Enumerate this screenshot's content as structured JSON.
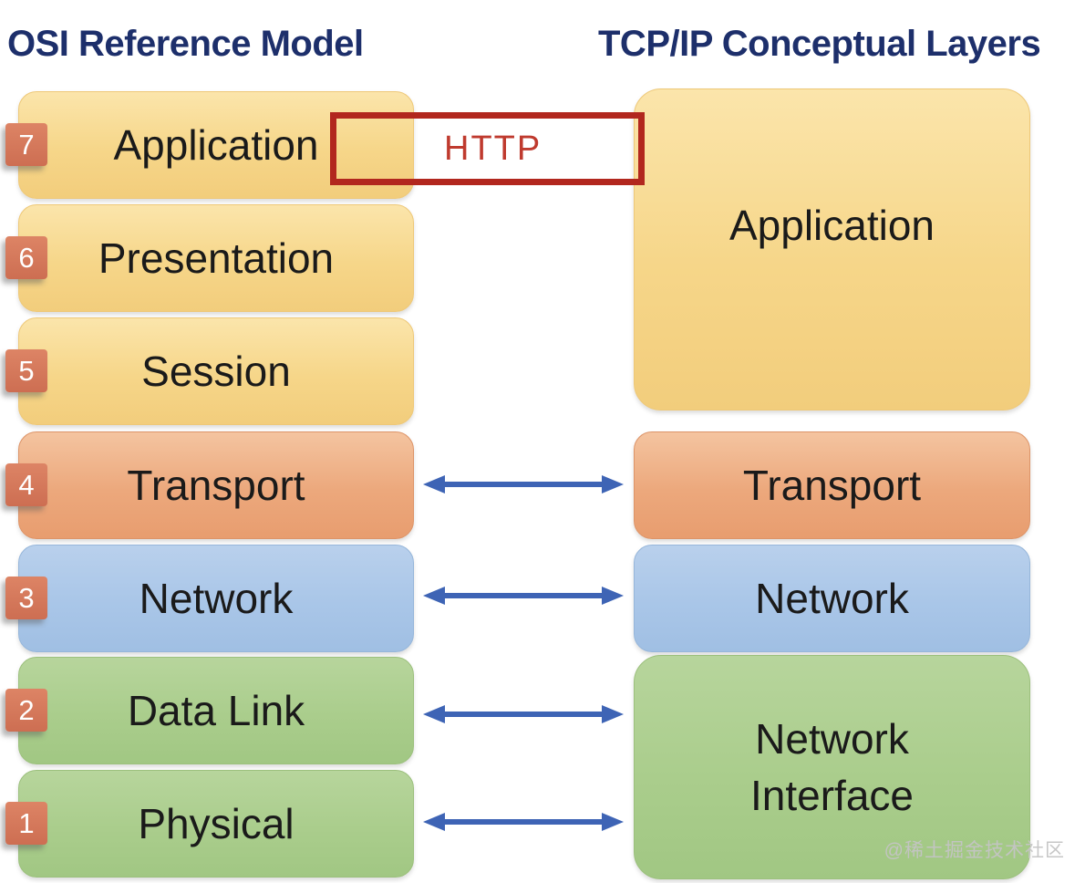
{
  "titles": {
    "left": "OSI Reference Model",
    "right": "TCP/IP Conceptual Layers"
  },
  "osi_layers": [
    {
      "num": "7",
      "label": "Application",
      "color_group": "yellow"
    },
    {
      "num": "6",
      "label": "Presentation",
      "color_group": "yellow"
    },
    {
      "num": "5",
      "label": "Session",
      "color_group": "yellow"
    },
    {
      "num": "4",
      "label": "Transport",
      "color_group": "orange"
    },
    {
      "num": "3",
      "label": "Network",
      "color_group": "blue"
    },
    {
      "num": "2",
      "label": "Data Link",
      "color_group": "green"
    },
    {
      "num": "1",
      "label": "Physical",
      "color_group": "green"
    }
  ],
  "tcpip_layers": [
    {
      "label": "Application",
      "color_group": "yellow",
      "spans_osi": [
        "7",
        "6",
        "5"
      ]
    },
    {
      "label": "Transport",
      "color_group": "orange",
      "spans_osi": [
        "4"
      ]
    },
    {
      "label": "Network",
      "color_group": "blue",
      "spans_osi": [
        "3"
      ]
    },
    {
      "label": "Network Interface",
      "color_group": "green",
      "spans_osi": [
        "2",
        "1"
      ]
    }
  ],
  "annotation": {
    "label": "HTTP"
  },
  "arrows": {
    "count": 4,
    "rows": [
      "Transport",
      "Network",
      "Data Link",
      "Physical"
    ],
    "direction": "double-headed"
  },
  "watermark": "@稀土掘金技术社区",
  "colors": {
    "title_navy": "#1d2f6b",
    "arrow_blue": "#3e64b5",
    "annotation_red_border": "#b2271e",
    "annotation_red_text": "#bf3a2e",
    "badge_salmon": "#d0745a",
    "layer_yellow": "#f6d689",
    "layer_orange": "#eca87c",
    "layer_blue": "#a9c6e8",
    "layer_green": "#aacd8c"
  }
}
